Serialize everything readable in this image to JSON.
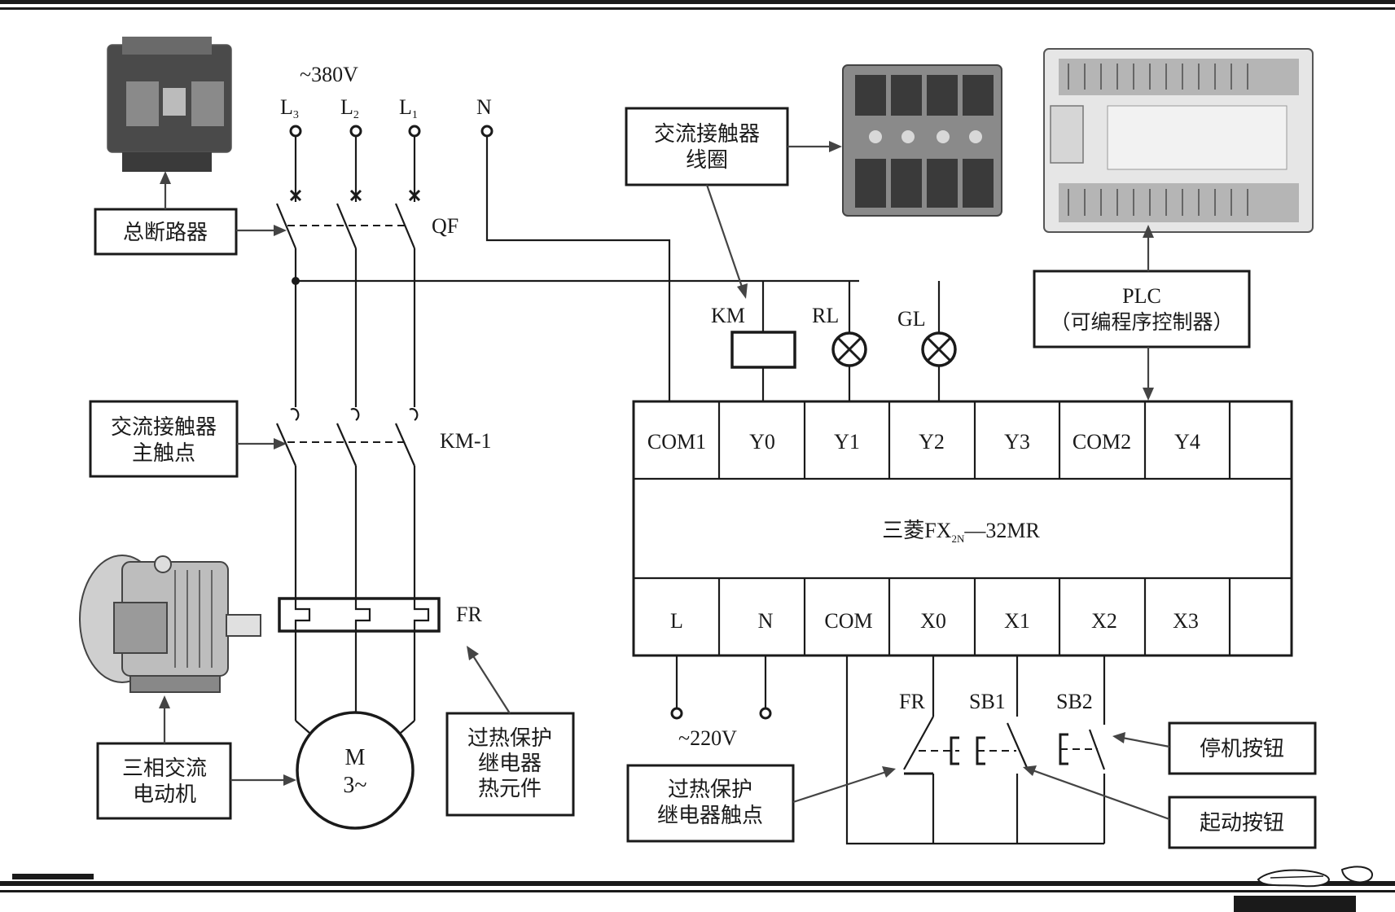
{
  "supply": {
    "voltage": "~380V",
    "phases": [
      {
        "label": "L",
        "sub": "3"
      },
      {
        "label": "L",
        "sub": "2"
      },
      {
        "label": "L",
        "sub": "1"
      }
    ],
    "neutral": "N"
  },
  "labels": {
    "qf": "QF",
    "km1": "KM-1",
    "fr": "FR",
    "motor_line1": "M",
    "motor_line2": "3~",
    "km_coil": "KM",
    "rl": "RL",
    "gl": "GL",
    "v220": "~220V",
    "fr_contact": "FR",
    "sb1": "SB1",
    "sb2": "SB2"
  },
  "callouts": {
    "breaker": "总断路器",
    "main_contact_line1": "交流接触器",
    "main_contact_line2": "主触点",
    "motor_line1": "三相交流",
    "motor_line2": "电动机",
    "thermal_element_line1": "过热保护",
    "thermal_element_line2": "继电器",
    "thermal_element_line3": "热元件",
    "coil_line1": "交流接触器",
    "coil_line2": "线圈",
    "plc_line1": "PLC",
    "plc_line2": "（可编程序控制器）",
    "thermal_contact_line1": "过热保护",
    "thermal_contact_line2": "继电器触点",
    "stop_button": "停机按钮",
    "start_button": "起动按钮"
  },
  "plc": {
    "model_prefix": "三菱FX",
    "model_sub": "2N",
    "model_suffix": "—32MR",
    "outputs": [
      "COM1",
      "Y0",
      "Y1",
      "Y2",
      "Y3",
      "COM2",
      "Y4",
      ""
    ],
    "inputs": [
      "L",
      "N",
      "COM",
      "X0",
      "X1",
      "X2",
      "X3",
      ""
    ]
  }
}
